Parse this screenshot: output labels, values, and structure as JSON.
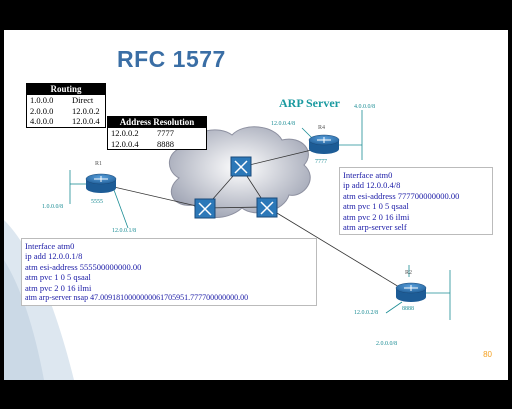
{
  "title": "RFC 1577",
  "routing_table": {
    "header": "Routing",
    "rows": [
      {
        "dest": "1.0.0.0",
        "next": "Direct"
      },
      {
        "dest": "2.0.0.0",
        "next": "12.0.0.2"
      },
      {
        "dest": "4.0.0.0",
        "next": "12.0.0.4"
      }
    ]
  },
  "arp_table": {
    "header": "Address Resolution",
    "rows": [
      {
        "ip": "12.0.0.2",
        "addr": "7777"
      },
      {
        "ip": "12.0.0.4",
        "addr": "8888"
      }
    ]
  },
  "arp_server_label": "ARP Server",
  "routers": {
    "r1": {
      "name": "R1",
      "id": "5555",
      "lan": "1.0.0.0/8",
      "atm": "12.0.0.1/8"
    },
    "r2": {
      "name": "R2",
      "id": "8888",
      "lan": "2.0.0.0/8",
      "atm": "12.0.0.2/8"
    },
    "r4": {
      "name": "R4",
      "id": "7777",
      "lan": "4.0.0.0/8",
      "atm": "12.0.0.4/8"
    }
  },
  "config_r4": [
    "Interface atm0",
    "ip add 12.0.0.4/8",
    "atm esi-address 777700000000.00",
    "atm pvc 1 0 5 qsaal",
    "atm pvc 2 0 16 ilmi",
    "atm arp-server self"
  ],
  "config_r1": [
    "Interface atm0",
    "ip add 12.0.0.1/8",
    "atm esi-address 555500000000.00",
    "atm pvc 1 0 5 qsaal",
    "atm pvc 2 0 16 ilmi",
    "atm arp-server nsap 47.0091810000000061705951.777700000000.00"
  ],
  "page_number": "80",
  "colors": {
    "title": "#3a6ea5",
    "router": "#2c78b8",
    "label": "#1a8c94",
    "config_text": "#1a1aa6",
    "page_number": "#f4a020"
  }
}
